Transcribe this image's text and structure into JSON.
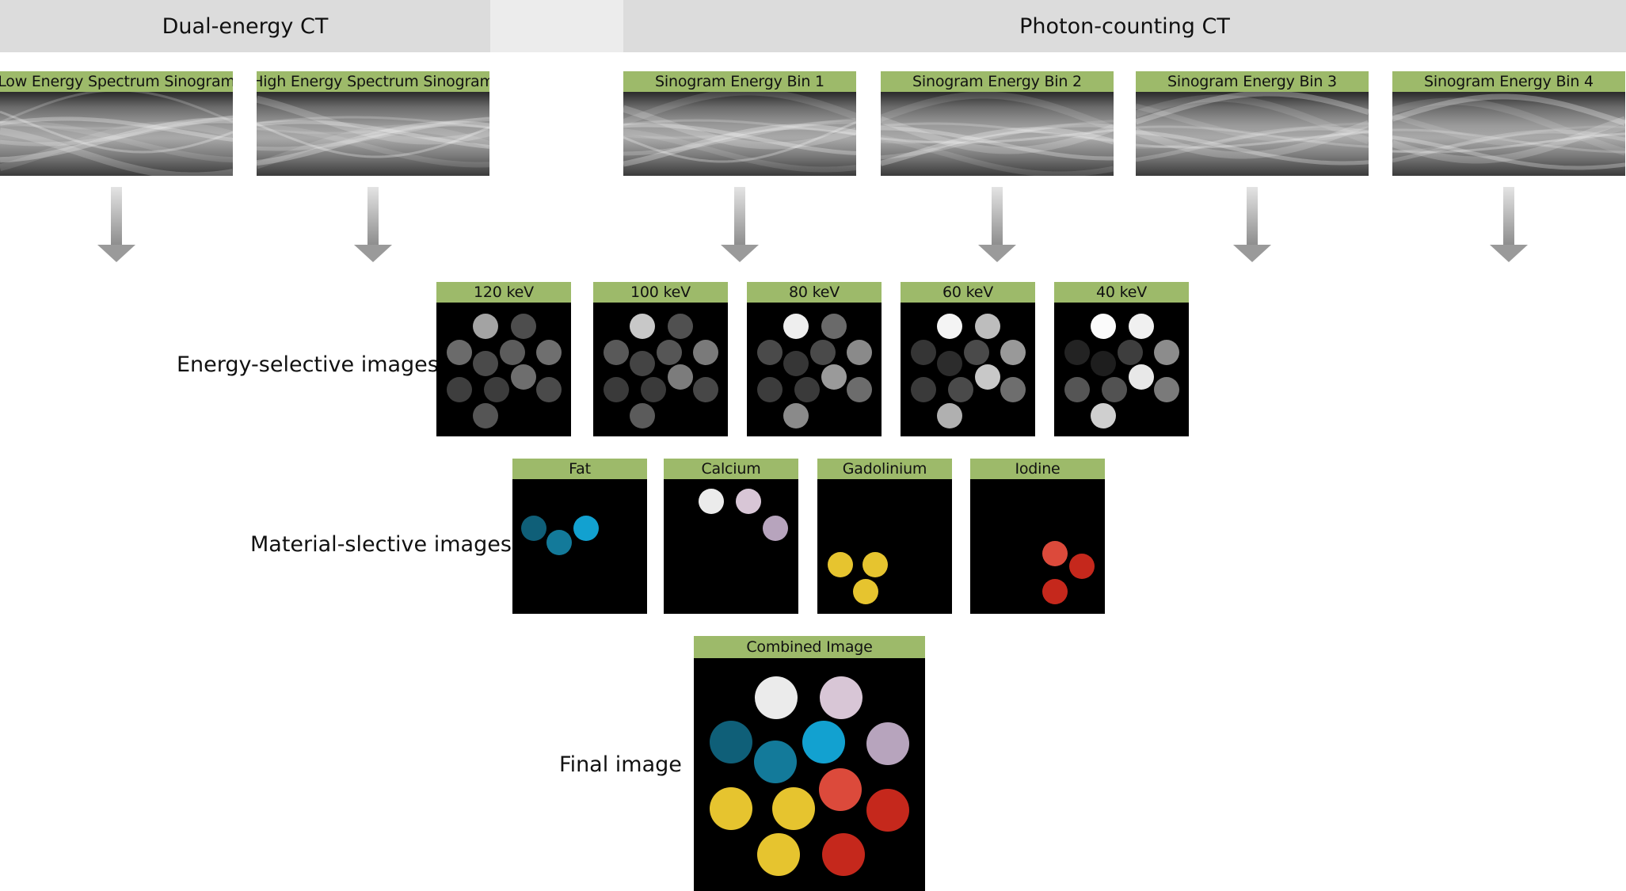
{
  "headers": {
    "dual_energy": "Dual-energy CT",
    "photon_counting": "Photon-counting CT"
  },
  "sinograms": [
    {
      "label": "Low Energy Spectrum Sinogram"
    },
    {
      "label": "High Energy Spectrum Sinogram"
    },
    {
      "label": "Sinogram Energy Bin 1"
    },
    {
      "label": "Sinogram Energy Bin 2"
    },
    {
      "label": "Sinogram Energy Bin 3"
    },
    {
      "label": "Sinogram Energy Bin 4"
    }
  ],
  "rows": {
    "energy": "Energy-selective images",
    "material": "Material-slective images",
    "final": "Final image"
  },
  "energy_panels": [
    {
      "label": "120 keV",
      "colors": [
        "#a3a3a3",
        "#4d4d4d",
        "#6b6b6b",
        "#4a4a4a",
        "#5c5c5c",
        "#6f6f6f",
        "#3e3e3e",
        "#3c3c3c",
        "#6e6e6e",
        "#4a4a4a",
        "#555555"
      ]
    },
    {
      "label": "100 keV",
      "colors": [
        "#c8c8c8",
        "#505050",
        "#595959",
        "#444444",
        "#565656",
        "#7a7a7a",
        "#3a3a3a",
        "#3a3a3a",
        "#7c7c7c",
        "#474747",
        "#5b5b5b"
      ]
    },
    {
      "label": "80 keV",
      "colors": [
        "#eeeeee",
        "#6a6a6a",
        "#4a4a4a",
        "#363636",
        "#4a4a4a",
        "#8a8a8a",
        "#3c3c3c",
        "#3a3a3a",
        "#9a9a9a",
        "#6c6c6c",
        "#8a8a8a"
      ]
    },
    {
      "label": "60 keV",
      "colors": [
        "#f4f4f4",
        "#bdbdbd",
        "#353535",
        "#2c2c2c",
        "#4a4a4a",
        "#999999",
        "#3a3a3a",
        "#4a4a4a",
        "#c8c8c8",
        "#6e6e6e",
        "#b0b0b0"
      ]
    },
    {
      "label": "40 keV",
      "colors": [
        "#fbfbfb",
        "#f0f0f0",
        "#232323",
        "#1e1e1e",
        "#3e3e3e",
        "#8c8c8c",
        "#555555",
        "#525252",
        "#e8e8e8",
        "#7a7a7a",
        "#cfcfcf"
      ]
    }
  ],
  "material_panels": [
    {
      "label": "Fat",
      "color": "#1b8fb0"
    },
    {
      "label": "Calcium",
      "color": "#e8e0ea"
    },
    {
      "label": "Gadolinium",
      "color": "#e4c22e"
    },
    {
      "label": "Iodine",
      "color": "#d13b2b"
    }
  ],
  "final_panel": {
    "label": "Combined Image"
  },
  "colors": {
    "label_green": "#9dba6a",
    "header_grey": "#dcdcdc",
    "fat_dark": "#0f5f78",
    "fat_mid": "#137a9a",
    "fat_light": "#12a1d0",
    "calcium_white": "#ebebeb",
    "calcium_lilac": "#d8c6d6",
    "calcium_purple": "#b7a4bd",
    "gadolinium": "#e6c42f",
    "iodine_light": "#dc4a3b",
    "iodine_dark": "#c5281c"
  }
}
